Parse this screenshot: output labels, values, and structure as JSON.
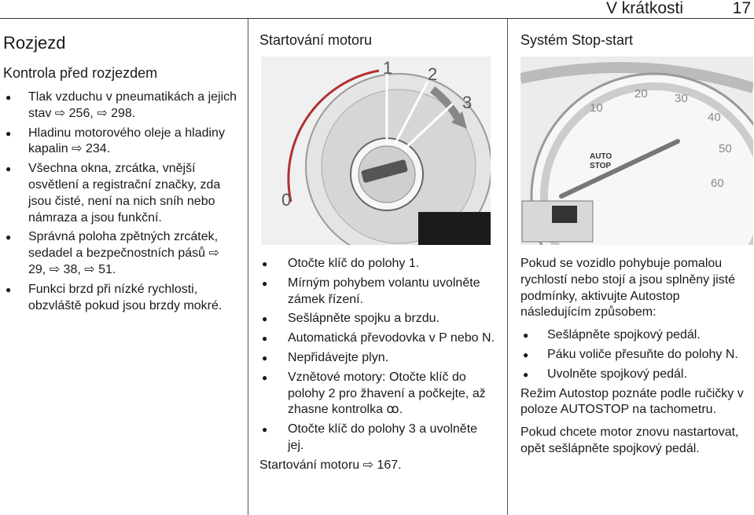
{
  "header": {
    "section": "V krátkosti",
    "page_number": "17"
  },
  "col1": {
    "chapter_title": "Rozjezd",
    "section_title": "Kontrola před rozjezdem",
    "items": [
      "Tlak vzduchu v pneumatikách a jejich stav ⇨ 256, ⇨ 298.",
      "Hladinu motorového oleje a hladiny kapalin ⇨ 234.",
      "Všechna okna, zrcátka, vnější osvětlení a registrační značky, zda jsou čisté, není na nich sníh nebo námraza a jsou funkční.",
      "Správná poloha zpětných zrcátek, sedadel a bezpečnostních pásů ⇨ 29, ⇨ 38, ⇨ 51.",
      "Funkci brzd při nízké rychlosti, obzvláště pokud jsou brzdy mokré."
    ]
  },
  "col2": {
    "title": "Startování motoru",
    "figure": {
      "labels": [
        "0",
        "1",
        "2",
        "3"
      ]
    },
    "items": [
      "Otočte klíč do polohy 1.",
      "Mírným pohybem volantu uvolněte zámek řízení.",
      "Sešlápněte spojku a brzdu.",
      "Automatická převodovka v P nebo N.",
      "Nepřidávejte plyn.",
      "Vznětové motory: Otočte klíč do polohy 2 pro žhavení a počkejte, až zhasne kontrolka ꝏ.",
      "Otočte klíč do polohy 3 a uvolněte jej."
    ],
    "footer": "Startování motoru ⇨ 167."
  },
  "col3": {
    "title": "Systém Stop-start",
    "figure": {
      "ticks": [
        "10",
        "20",
        "30",
        "40",
        "50",
        "60"
      ],
      "pointer_label_1": "AUTO",
      "pointer_label_2": "STOP"
    },
    "intro": "Pokud se vozidlo pohybuje pomalou rychlostí nebo stojí a jsou splněny jisté podmínky, aktivujte Autostop následujícím způsobem:",
    "items": [
      "Sešlápněte spojkový pedál.",
      "Páku voliče přesuňte do polohy N.",
      "Uvolněte spojkový pedál."
    ],
    "para2": "Režim Autostop poznáte podle ručičky v poloze AUTOSTOP na tachometru.",
    "para3": "Pokud chcete motor znovu nastartovat, opět sešlápněte spojkový pedál."
  }
}
